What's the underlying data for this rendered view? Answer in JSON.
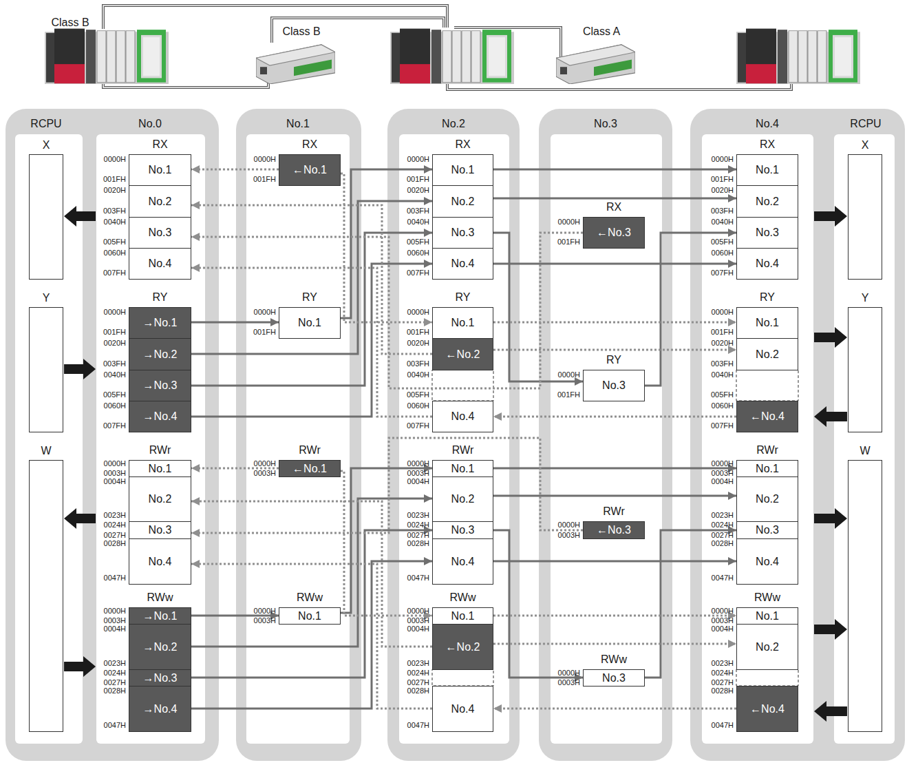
{
  "diagram": {
    "nodes": [
      {
        "text": [
          "RCPU",
          "No.0"
        ]
      },
      {
        "text": [
          "X"
        ],
        "in": 0
      },
      {
        "text": [
          "Y"
        ],
        "in": 0
      },
      {
        "text": [
          "W"
        ],
        "in": 0
      },
      {
        "text": [
          "No.1"
        ],
        "in": 0
      },
      {
        "text": [
          "No.2"
        ],
        "in": 0
      },
      {
        "text": [
          "No.3"
        ],
        "in": 0
      },
      {
        "text": [
          "No.4"
        ],
        "in": 0
      },
      {
        "text": [
          "→No.1"
        ],
        "in": 0
      },
      {
        "text": [
          "→No.2"
        ],
        "in": 0
      },
      {
        "text": [
          "→No.3"
        ],
        "in": 0
      },
      {
        "text": [
          "→No.4"
        ],
        "in": 0
      },
      {
        "text": [
          "No.1"
        ],
        "in": 0
      },
      {
        "text": [
          "No.2"
        ],
        "in": 0
      },
      {
        "text": [
          "No.3"
        ],
        "in": 0
      },
      {
        "text": [
          "No.4"
        ],
        "in": 0
      },
      {
        "text": [
          "→No.1"
        ],
        "in": 0
      },
      {
        "text": [
          "→No.2"
        ],
        "in": 0
      },
      {
        "text": [
          "→No.3"
        ],
        "in": 0
      },
      {
        "text": [
          "→No.4"
        ],
        "in": 0
      },
      {
        "text": [
          "No.1"
        ]
      },
      {
        "text": [
          "←No.1"
        ],
        "in": 20
      },
      {
        "text": [
          "No.1"
        ],
        "in": 20
      },
      {
        "text": [
          "←No.1"
        ],
        "in": 20
      },
      {
        "text": [
          "No.1"
        ],
        "in": 20
      },
      {
        "text": [
          "No.2"
        ]
      },
      {
        "text": [
          "No.1"
        ],
        "in": 25
      },
      {
        "text": [
          "No.2"
        ],
        "in": 25
      },
      {
        "text": [
          "No.3"
        ],
        "in": 25
      },
      {
        "text": [
          "No.4"
        ],
        "in": 25
      },
      {
        "text": [
          "No.1"
        ],
        "in": 25
      },
      {
        "text": [
          "←No.2"
        ],
        "in": 25
      },
      {
        "text": [
          "No.4"
        ],
        "in": 25
      },
      {
        "text": [
          "No.1"
        ],
        "in": 25
      },
      {
        "text": [
          "No.2"
        ],
        "in": 25
      },
      {
        "text": [
          "No.3"
        ],
        "in": 25
      },
      {
        "text": [
          "No.4"
        ],
        "in": 25
      },
      {
        "text": [
          "No.1"
        ],
        "in": 25
      },
      {
        "text": [
          "←No.2"
        ],
        "in": 25
      },
      {
        "text": [
          "No.4"
        ],
        "in": 25
      },
      {
        "text": [
          "No.3"
        ]
      },
      {
        "text": [
          "←No.3"
        ],
        "in": 40
      },
      {
        "text": [
          "No.3"
        ],
        "in": 40
      },
      {
        "text": [
          "←No.3"
        ],
        "in": 40
      },
      {
        "text": [
          "No.3"
        ],
        "in": 40
      },
      {
        "text": [
          "No.4",
          "RCPU"
        ]
      },
      {
        "text": [
          "No.1"
        ],
        "in": 45
      },
      {
        "text": [
          "No.2"
        ],
        "in": 45
      },
      {
        "text": [
          "No.3"
        ],
        "in": 45
      },
      {
        "text": [
          "No.4"
        ],
        "in": 45
      },
      {
        "text": [
          "No.1"
        ],
        "in": 45
      },
      {
        "text": [
          "No.2"
        ],
        "in": 45
      },
      {
        "text": [
          "←No.4"
        ],
        "in": 45
      },
      {
        "text": [
          "No.1"
        ],
        "in": 45
      },
      {
        "text": [
          "No.2"
        ],
        "in": 45
      },
      {
        "text": [
          "No.3"
        ],
        "in": 45
      },
      {
        "text": [
          "No.4"
        ],
        "in": 45
      },
      {
        "text": [
          "No.1"
        ],
        "in": 45
      },
      {
        "text": [
          "No.2"
        ],
        "in": 45
      },
      {
        "text": [
          "←No.4"
        ],
        "in": 45
      },
      {
        "text": [
          "X"
        ],
        "in": 45
      },
      {
        "text": [
          "Y"
        ],
        "in": 45
      },
      {
        "text": [
          "W"
        ],
        "in": 45
      }
    ],
    "edges": [
      {
        "from": 8,
        "to": 22,
        "arrow": "to"
      },
      {
        "from": 22,
        "to": 26,
        "arrow": "to"
      },
      {
        "from": 26,
        "to": 46,
        "arrow": "to"
      },
      {
        "from": 9,
        "to": 27,
        "arrow": "to"
      },
      {
        "from": 27,
        "to": 47,
        "arrow": "to"
      },
      {
        "from": 10,
        "to": 28,
        "arrow": "to"
      },
      {
        "from": 28,
        "to": 42,
        "arrow": "to"
      },
      {
        "from": 42,
        "to": 48,
        "arrow": "to"
      },
      {
        "from": 11,
        "to": 29,
        "arrow": "to"
      },
      {
        "from": 29,
        "to": 49,
        "arrow": "to"
      },
      {
        "from": 21,
        "to": 4,
        "arrow": "to"
      },
      {
        "from": 21,
        "to": 30,
        "arrow": "to"
      },
      {
        "from": 30,
        "to": 50,
        "arrow": "to"
      },
      {
        "from": 31,
        "to": 5,
        "arrow": "to"
      },
      {
        "from": 31,
        "to": 51,
        "arrow": "to"
      },
      {
        "from": 41,
        "to": 6,
        "arrow": "to"
      },
      {
        "from": 52,
        "to": 32,
        "arrow": "to"
      },
      {
        "from": 32,
        "to": 7,
        "arrow": "to"
      },
      {
        "from": 16,
        "to": 24,
        "arrow": "to"
      },
      {
        "from": 24,
        "to": 33,
        "arrow": "to"
      },
      {
        "from": 33,
        "to": 53,
        "arrow": "to"
      },
      {
        "from": 17,
        "to": 34,
        "arrow": "to"
      },
      {
        "from": 34,
        "to": 54,
        "arrow": "to"
      },
      {
        "from": 18,
        "to": 35,
        "arrow": "to"
      },
      {
        "from": 35,
        "to": 44,
        "arrow": "to"
      },
      {
        "from": 44,
        "to": 55,
        "arrow": "to"
      },
      {
        "from": 19,
        "to": 36,
        "arrow": "to"
      },
      {
        "from": 36,
        "to": 56,
        "arrow": "to"
      },
      {
        "from": 23,
        "to": 12,
        "arrow": "to"
      },
      {
        "from": 23,
        "to": 37,
        "arrow": "to"
      },
      {
        "from": 37,
        "to": 57,
        "arrow": "to"
      },
      {
        "from": 38,
        "to": 13,
        "arrow": "to"
      },
      {
        "from": 38,
        "to": 58,
        "arrow": "to"
      },
      {
        "from": 43,
        "to": 14,
        "arrow": "to"
      },
      {
        "from": 59,
        "to": 39,
        "arrow": "to"
      },
      {
        "from": 39,
        "to": 15,
        "arrow": "to"
      }
    ],
    "labels": [
      "Class B",
      "Class B",
      "Class A",
      "RX",
      "0000H",
      "001FH",
      "0020H",
      "003FH",
      "0040H",
      "005FH",
      "0060H",
      "007FH",
      "RY",
      "0000H",
      "001FH",
      "0020H",
      "003FH",
      "0040H",
      "005FH",
      "0060H",
      "007FH",
      "RWr",
      "0000H",
      "0003H",
      "0004H",
      "0023H",
      "0024H",
      "0027H",
      "0028H",
      "0047H",
      "RWw",
      "0000H",
      "0003H",
      "0004H",
      "0023H",
      "0024H",
      "0027H",
      "0028H",
      "0047H",
      "RX",
      "0000H",
      "001FH",
      "RY",
      "0000H",
      "001FH",
      "RWr",
      "0000H",
      "0003H",
      "RWw",
      "0000H",
      "0003H",
      "RX",
      "0000H",
      "001FH",
      "0020H",
      "003FH",
      "0040H",
      "005FH",
      "0060H",
      "007FH",
      "RY",
      "0000H",
      "001FH",
      "0020H",
      "003FH",
      "0040H",
      "005FH",
      "0060H",
      "007FH",
      "RWr",
      "0000H",
      "0003H",
      "0004H",
      "0023H",
      "0024H",
      "0027H",
      "0028H",
      "0047H",
      "RWw",
      "0000H",
      "0003H",
      "0004H",
      "0023H",
      "0024H",
      "0027H",
      "0028H",
      "0047H",
      "RX",
      "0000H",
      "001FH",
      "RY",
      "0000H",
      "001FH",
      "RWr",
      "0000H",
      "0003H",
      "RWw",
      "0000H",
      "0003H",
      "RX",
      "0000H",
      "001FH",
      "0020H",
      "003FH",
      "0040H",
      "005FH",
      "0060H",
      "007FH",
      "RY",
      "0000H",
      "001FH",
      "0020H",
      "003FH",
      "0040H",
      "005FH",
      "0060H",
      "007FH",
      "RWr",
      "0000H",
      "0003H",
      "0004H",
      "0023H",
      "0024H",
      "0027H",
      "0028H",
      "0047H",
      "RWw",
      "0000H",
      "0003H",
      "0004H",
      "0023H",
      "0024H",
      "0027H",
      "0028H",
      "0047H"
    ]
  }
}
